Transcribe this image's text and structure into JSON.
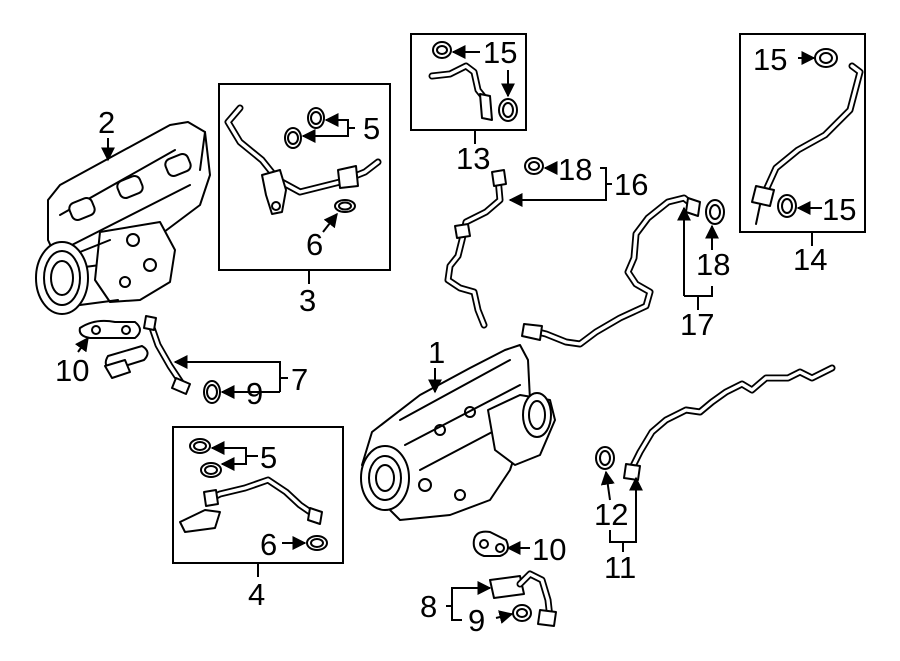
{
  "callouts": {
    "c1": "1",
    "c2": "2",
    "c3": "3",
    "c4": "4",
    "c5a": "5",
    "c5b": "5",
    "c6a": "6",
    "c6b": "6",
    "c7": "7",
    "c8": "8",
    "c9a": "9",
    "c9b": "9",
    "c10a": "10",
    "c10b": "10",
    "c11": "11",
    "c12": "12",
    "c13": "13",
    "c14": "14",
    "c15a": "15",
    "c15b": "15",
    "c15c": "15",
    "c16": "16",
    "c17": "17",
    "c18a": "18",
    "c18b": "18"
  }
}
